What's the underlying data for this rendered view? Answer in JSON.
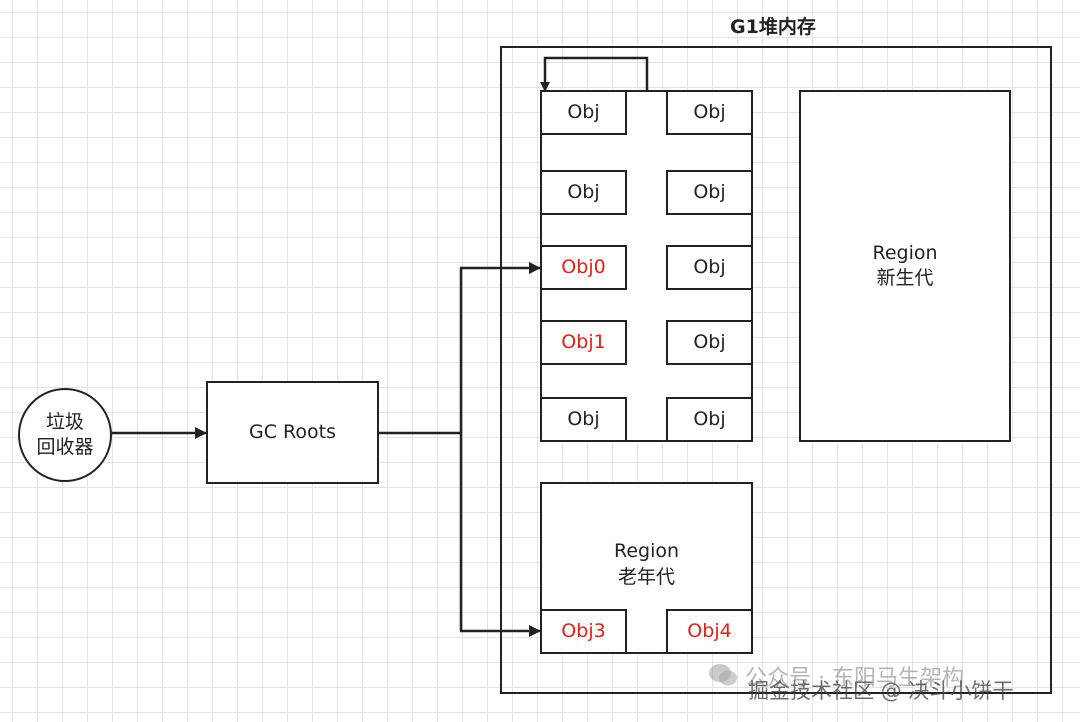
{
  "heap": {
    "title": "G1堆内存"
  },
  "collector": {
    "line1": "垃圾",
    "line2": "回收器"
  },
  "gc_roots": {
    "label": "GC Roots"
  },
  "young_region": {
    "objects": [
      "Obj",
      "Obj",
      "Obj",
      "Obj",
      "Obj0",
      "Obj",
      "Obj1",
      "Obj",
      "Obj",
      "Obj"
    ],
    "region_label": "Region",
    "region_sub": "新生代"
  },
  "old_region": {
    "label": "Region",
    "sub": "老年代",
    "obj3": "Obj3",
    "obj4": "Obj4"
  },
  "watermark": {
    "line1": "公众号 · 东阳马生架构",
    "line2": "掘金技术社区 @ 决斗小饼干"
  },
  "colors": {
    "highlight": "#e0221b",
    "stroke": "#222222"
  }
}
